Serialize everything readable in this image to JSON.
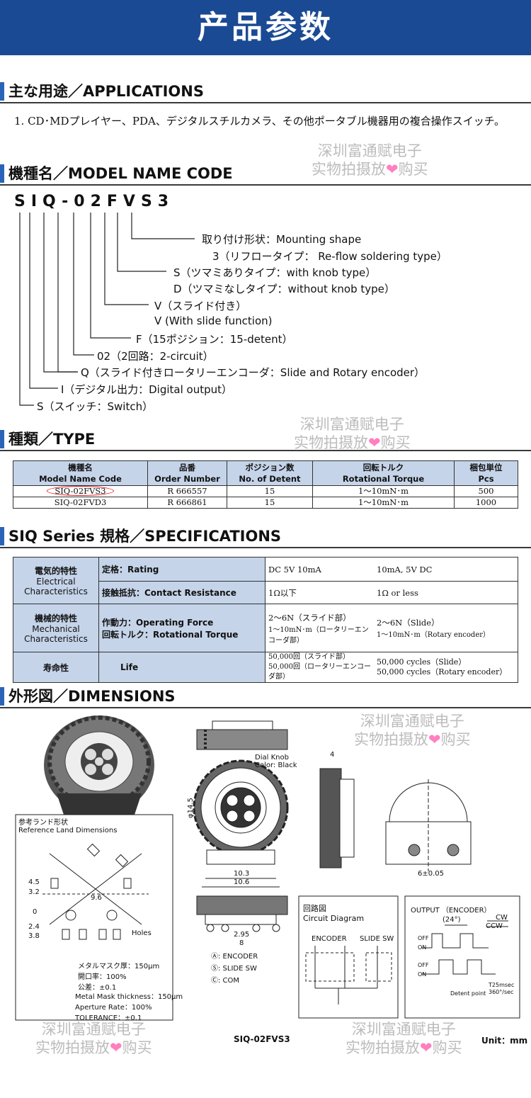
{
  "banner": {
    "title": "产品参数"
  },
  "sections": {
    "applications": "主な用途／APPLICATIONS",
    "model": "機種名／MODEL NAME CODE",
    "type": "種類／TYPE",
    "spec": "SIQ Series  規格／SPECIFICATIONS",
    "dimensions": "外形図／DIMENSIONS"
  },
  "applications_text": "1. CD･MDプレイヤー、PDA、デジタルスチルカメラ、その他ポータブル機器用の複合操作スイッチ。",
  "watermark": {
    "line1": "深圳富通赋电子",
    "line2a": "实物拍摄放",
    "heart": "❤",
    "line2b": "购买"
  },
  "model_code": {
    "code": "SIQ-02FVS3",
    "labels": [
      "取り付け形状：Mounting shape",
      "3（リフロータイプ： Re-flow soldering type）",
      "S（ツマミありタイプ：with knob type）",
      "D（ツマミなしタイプ：without knob type）",
      "V（スライド付き）",
      "V (With slide function)",
      "F（15ポジション：15-detent）",
      "02（2回路：2-circuit）",
      "Q（スライド付きロータリーエンコーダ：Slide and Rotary encoder）",
      "I（デジタル出力：Digital output）",
      "S（スイッチ：Switch）"
    ]
  },
  "type_table": {
    "headers": [
      [
        "機種名",
        "Model Name Code"
      ],
      [
        "品番",
        "Order Number"
      ],
      [
        "ポジション数",
        "No. of Detent"
      ],
      [
        "回転トルク",
        "Rotational Torque"
      ],
      [
        "梱包単位",
        "Pcs"
      ]
    ],
    "rows": [
      [
        "SIQ-02FVS3",
        "R 666557",
        "15",
        "1～10mN･m",
        "500"
      ],
      [
        "SIQ-02FVD3",
        "R 666861",
        "15",
        "1～10mN･m",
        "1000"
      ]
    ]
  },
  "spec_table": {
    "electrical": "電気的特性",
    "electrical_en": "Electrical Characteristics",
    "rating": "定格：Rating",
    "rating_jp": "DC 5V 10mA",
    "rating_en": "10mA, 5V DC",
    "contact": "接触抵抗：Contact Resistance",
    "contact_jp": "1Ω以下",
    "contact_en": "1Ω or less",
    "mechanical": "機械的特性",
    "mechanical_en": "Mechanical Characteristics",
    "force": "作動力：Operating Force",
    "torque": "回転トルク：Rotational Torque",
    "force_jp": "2～6N（スライド部）",
    "torque_jp": "1～10mN･m（ロータリーエンコーダ部）",
    "force_en": "2～6N（Slide）",
    "torque_en": "1～10mN･m（Rotary encoder）",
    "life": "寿命性",
    "life_en": "Life",
    "life_jp1": "50,000回（スライド部）",
    "life_jp2": "50,000回（ロータリーエンコーダ部）",
    "life_en1": "50,000 cycles（Slide）",
    "life_en2": "50,000 cycles（Rotary encoder）"
  },
  "dimensions": {
    "land_title_jp": "参考ランド形状",
    "land_title_en": "Reference Land Dimensions",
    "mask_jp1": "メタルマスク厚：150μm",
    "mask_jp2": "開口率：100%",
    "mask_jp3": "公差：±0.1",
    "mask_en1": "Metal Mask thickness：150μm",
    "mask_en2": "Aperture Rate：100%",
    "mask_en3": "TOLERANCE：±0.1",
    "knob1": "Dial Knob",
    "knob2": "Color: Black",
    "dim_phi": "φ14.5",
    "dim_103": "10.3",
    "dim_106": "10.6",
    "dim_295": "2.95",
    "dim_8": "8",
    "dim_4": "4",
    "dim_605": "6±0.05",
    "dim_96": "9.6",
    "dim_45": "4.5",
    "dim_32": "3.2",
    "dim_0": "0",
    "dim_24": "2.4",
    "dim_38": "3.8",
    "holes": "Holes",
    "leg_a": "A",
    "leg_a_txt": ": ENCODER",
    "leg_s": "S",
    "leg_s_txt": ": SLIDE SW",
    "leg_c": "C",
    "leg_c_txt": ": COM",
    "circuit_jp": "回路図",
    "circuit_en": "Circuit Diagram",
    "encoder": "ENCODER",
    "slide_sw": "SLIDE SW",
    "output": "OUTPUT （ENCODER）",
    "cw": "CW",
    "ccw": "CCW",
    "deg24": "(24°)",
    "off": "OFF",
    "on": "ON",
    "detent": "Detent point",
    "speed": "360°/sec",
    "speed2": "T25msec",
    "model": "SIQ-02FVS3",
    "unit": "Unit：mm"
  }
}
